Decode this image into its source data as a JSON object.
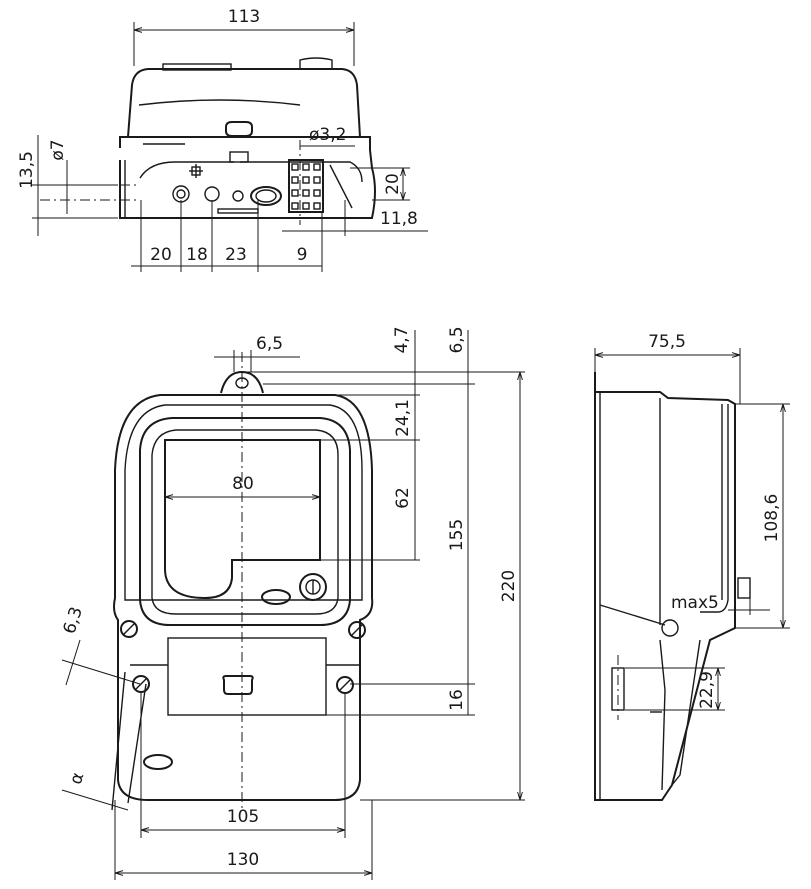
{
  "top_view": {
    "width": "113",
    "hole_dia": "ø3,2",
    "height_13_5": "13,5",
    "dia_7": "ø7",
    "height_20": "20",
    "offset_11_8": "11,8",
    "spacing_20": "20",
    "spacing_18": "18",
    "spacing_23": "23",
    "spacing_9": "9"
  },
  "front_view": {
    "eye_6_5": "6,5",
    "top_4_7": "4,7",
    "top_6_5": "6,5",
    "window_offset": "24,1",
    "window_width": "80",
    "window_height": "62",
    "mount_height": "155",
    "total_height": "220",
    "hole_6_3": "6,3",
    "bottom_16": "16",
    "angle": "α",
    "mount_width": "105",
    "total_width": "130"
  },
  "side_view": {
    "depth": "75,5",
    "height_108_6": "108,6",
    "max5": "max5",
    "height_22_9": "22,9"
  }
}
